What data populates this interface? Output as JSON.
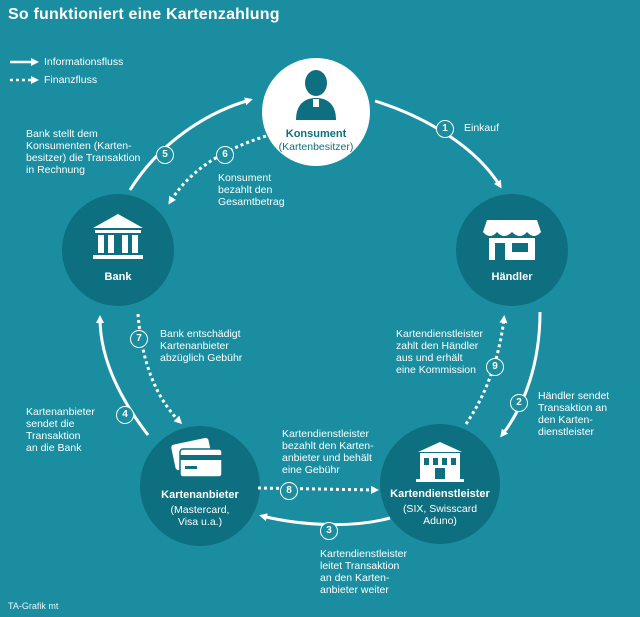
{
  "title": "So funktioniert eine Kartenzahlung",
  "legend": {
    "info": "Informationsfluss",
    "finance": "Finanzfluss"
  },
  "nodes": {
    "konsument": {
      "label": "Konsument",
      "sub": "(Kartenbesitzer)"
    },
    "haendler": {
      "label": "Händler"
    },
    "bank": {
      "label": "Bank"
    },
    "kartenanbieter": {
      "label": "Kartenanbieter",
      "sub1": "(Mastercard,",
      "sub2": "Visa u.a.)"
    },
    "kartendienstleister": {
      "label": "Kartendienstleister",
      "sub1": "(SIX, Swisscard",
      "sub2": "Aduno)"
    }
  },
  "steps": {
    "s1": {
      "num": "1",
      "text": "Einkauf"
    },
    "s2": {
      "num": "2",
      "l1": "Händler sendet",
      "l2": "Transaktion an",
      "l3": "den Karten-",
      "l4": "dienstleister"
    },
    "s3": {
      "num": "3",
      "l1": "Kartendienstleister",
      "l2": "leitet Transaktion",
      "l3": "an den Karten-",
      "l4": "anbieter weiter"
    },
    "s4": {
      "num": "4",
      "l1": "Kartenanbieter",
      "l2": "sendet die",
      "l3": "Transaktion",
      "l4": "an die Bank"
    },
    "s5": {
      "num": "5",
      "l1": "Bank stellt dem",
      "l2": "Konsumenten (Karten-",
      "l3": "besitzer) die Transaktion",
      "l4": "in Rechnung"
    },
    "s6": {
      "num": "6",
      "l1": "Konsument",
      "l2": "bezahlt den",
      "l3": "Gesamtbetrag"
    },
    "s7": {
      "num": "7",
      "l1": "Bank entschädigt",
      "l2": "Kartenanbieter",
      "l3": "abzüglich Gebühr"
    },
    "s8": {
      "num": "8",
      "l1": "Kartendienstleister",
      "l2": "bezahlt den Karten-",
      "l3": "anbieter und behält",
      "l4": "eine Gebühr"
    },
    "s9": {
      "num": "9",
      "l1": "Kartendienstleister",
      "l2": "zahlt den Händler",
      "l3": "aus und erhält",
      "l4": "eine Kommission"
    }
  },
  "credit": "TA-Grafik mt",
  "colors": {
    "background": "#1a8ea0",
    "node_fill": "#0d6f80",
    "konsument_fill": "#ffffff",
    "icon_dark": "#0d6f80"
  }
}
